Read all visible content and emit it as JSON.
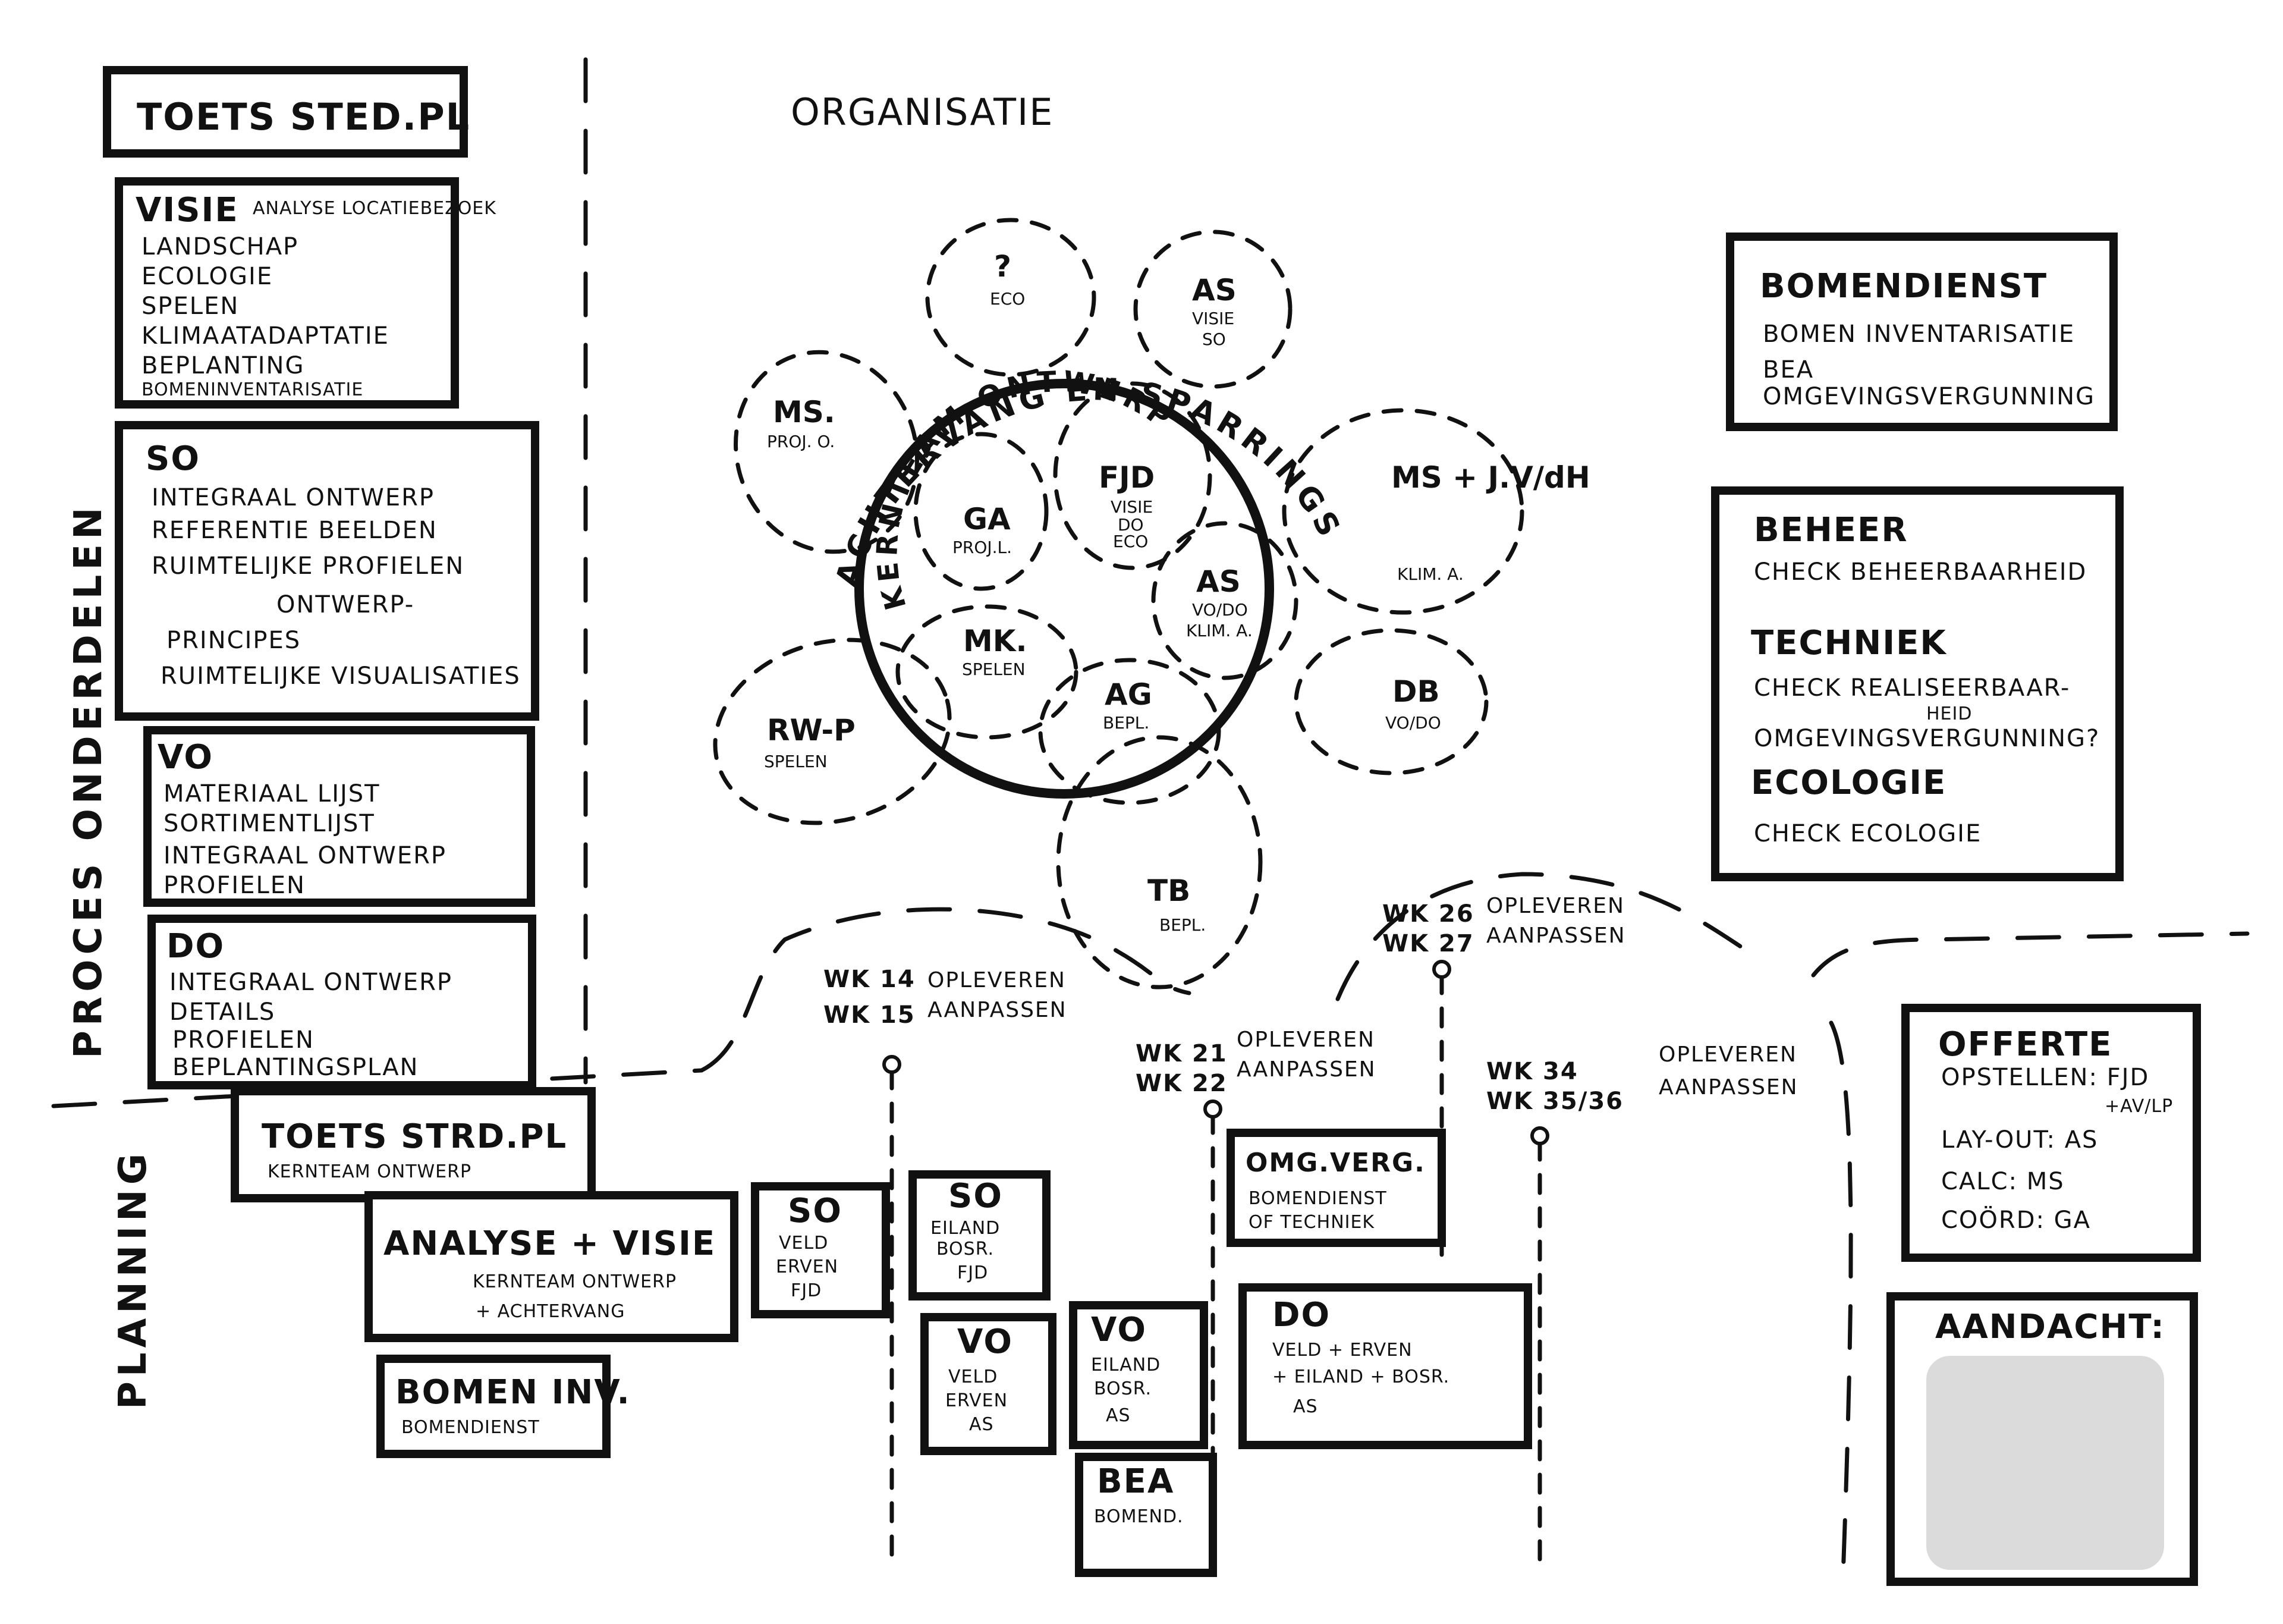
{
  "organisatie": {
    "title": "ORGANISATIE",
    "ring_outer": "ACHTERVANG EN SPARRINGSPARTNERS.",
    "ring_inner": "KERNTEAM ONTWERP",
    "core": [
      {
        "name": "FJD",
        "sub": [
          "VISIE",
          "DO",
          "ECO"
        ]
      },
      {
        "name": "GA",
        "sub": [
          "PROJ.L."
        ]
      },
      {
        "name": "AS",
        "sub": [
          "VO/DO",
          "KLIM. A."
        ]
      },
      {
        "name": "MK.",
        "sub": [
          "SPELEN"
        ]
      },
      {
        "name": "AG",
        "sub": [
          "BEPL."
        ]
      }
    ],
    "petals": [
      {
        "name": "?",
        "sub": [
          "ECO"
        ]
      },
      {
        "name": "AS",
        "sub": [
          "VISIE",
          "SO"
        ]
      },
      {
        "name": "MS.",
        "sub": [
          "PROJ. O."
        ]
      },
      {
        "name": "MS + J.V/dH",
        "sub": [
          "KLIM. A."
        ]
      },
      {
        "name": "DB",
        "sub": [
          "VO/DO"
        ]
      },
      {
        "name": "RW-P",
        "sub": [
          "SPELEN"
        ]
      },
      {
        "name": "TB",
        "sub": [
          "BEPL."
        ]
      }
    ]
  },
  "toets": {
    "title": "TOETS STED.PL"
  },
  "proces": {
    "label": "PROCES ONDERDELEN",
    "phases": [
      {
        "title": "VISIE",
        "note": "ANALYSE LOCATIEBEZOEK",
        "items": [
          "LANDSCHAP",
          "ECOLOGIE",
          "SPELEN",
          "KLIMAATADAPTATIE",
          "BEPLANTING",
          "BOMENINVENTARISATIE"
        ]
      },
      {
        "title": "SO",
        "items": [
          "INTEGRAAL ONTWERP",
          "REFERENTIE BEELDEN",
          "RUIMTELIJKE PROFIELEN",
          "ONTWERP-",
          "PRINCIPES",
          "RUIMTELIJKE VISUALISATIES"
        ]
      },
      {
        "title": "VO",
        "items": [
          "MATERIAAL LIJST",
          "SORTIMENTLIJST",
          "INTEGRAAL ONTWERP",
          "PROFIELEN"
        ]
      },
      {
        "title": "DO",
        "items": [
          "INTEGRAAL ONTWERP",
          "DETAILS",
          "PROFIELEN",
          "BEPLANTINGSPLAN"
        ]
      }
    ]
  },
  "bomendienst": {
    "title": "BOMENDIENST",
    "items": [
      "BOMEN INVENTARISATIE",
      "BEA",
      "OMGEVINGSVERGUNNING"
    ]
  },
  "beheer": {
    "sections": [
      {
        "title": "BEHEER",
        "items": [
          "CHECK BEHEERBAARHEID"
        ]
      },
      {
        "title": "TECHNIEK",
        "items": [
          "CHECK REALISEERBAAR-",
          "HEID",
          "OMGEVINGSVERGUNNING?"
        ]
      },
      {
        "title": "ECOLOGIE",
        "items": [
          "CHECK ECOLOGIE"
        ]
      }
    ]
  },
  "offerte": {
    "title": "OFFERTE",
    "rows": [
      "OPSTELLEN: FJD",
      "+AV/LP",
      "LAY-OUT: AS",
      "CALC: MS",
      "COÖRD: GA"
    ]
  },
  "aandacht": {
    "title": "AANDACHT:"
  },
  "planning": {
    "label": "PLANNING",
    "milestones": [
      {
        "line1": "WK 14",
        "act1": "OPLEVEREN",
        "line2": "WK 15",
        "act2": "AANPASSEN"
      },
      {
        "line1": "WK 21",
        "act1": "OPLEVEREN",
        "line2": "WK 22",
        "act2": "AANPASSEN"
      },
      {
        "line1": "WK 26",
        "act1": "OPLEVEREN",
        "line2": "WK 27",
        "act2": "AANPASSEN"
      },
      {
        "line1": "WK 34",
        "act1": "OPLEVEREN",
        "line2": "WK 35/36",
        "act2": "AANPASSEN"
      }
    ],
    "tasks": {
      "toets": {
        "title": "TOETS STRD.PL",
        "sub": "KERNTEAM ONTWERP"
      },
      "analyse": {
        "title": "ANALYSE + VISIE",
        "sub1": "KERNTEAM ONTWERP",
        "sub2": "+ ACHTERVANG"
      },
      "bomen": {
        "title": "BOMEN INV.",
        "sub": "BOMENDIENST"
      },
      "so1": {
        "title": "SO",
        "lines": [
          "VELD",
          "ERVEN",
          "FJD"
        ]
      },
      "so2": {
        "title": "SO",
        "lines": [
          "EILAND",
          "BOSR.",
          "FJD"
        ]
      },
      "vo1": {
        "title": "VO",
        "lines": [
          "VELD",
          "ERVEN",
          "AS"
        ]
      },
      "vo2": {
        "title": "VO",
        "lines": [
          "EILAND",
          "BOSR.",
          "AS"
        ]
      },
      "bea": {
        "title": "BEA",
        "lines": [
          "BOMEND."
        ]
      },
      "omg": {
        "title": "OMG.VERG.",
        "lines": [
          "BOMENDIENST",
          "OF TECHNIEK"
        ]
      },
      "do": {
        "title": "DO",
        "lines": [
          "VELD + ERVEN",
          "+ EILAND + BOSR.",
          "AS"
        ]
      }
    }
  }
}
